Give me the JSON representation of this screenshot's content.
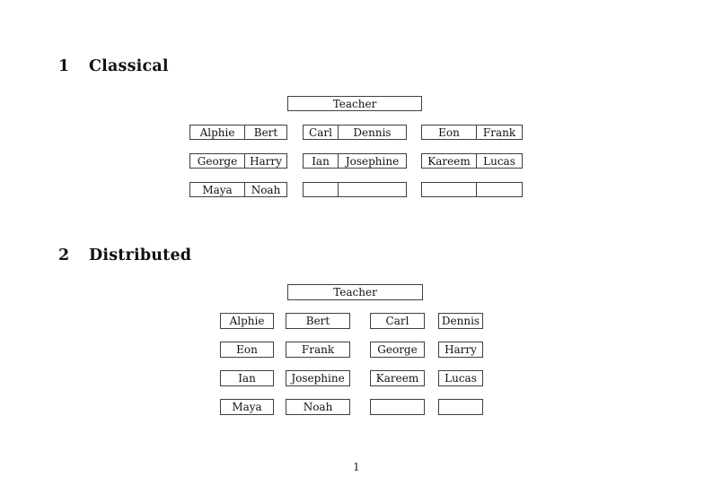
{
  "document": {
    "page_number": "1"
  },
  "classical": {
    "heading_number": "1",
    "heading_title": "Classical",
    "teacher_label": "Teacher",
    "desks": [
      {
        "left": "Alphie",
        "right": "Bert"
      },
      {
        "left": "Carl",
        "right": "Dennis"
      },
      {
        "left": "Eon",
        "right": "Frank"
      },
      {
        "left": "George",
        "right": "Harry"
      },
      {
        "left": "Ian",
        "right": "Josephine"
      },
      {
        "left": "Kareem",
        "right": "Lucas"
      },
      {
        "left": "Maya",
        "right": "Noah"
      },
      {
        "left": "",
        "right": ""
      },
      {
        "left": "",
        "right": ""
      }
    ]
  },
  "distributed": {
    "heading_number": "2",
    "heading_title": "Distributed",
    "teacher_label": "Teacher",
    "seats": [
      "Alphie",
      "Bert",
      "Carl",
      "Dennis",
      "Eon",
      "Frank",
      "George",
      "Harry",
      "Ian",
      "Josephine",
      "Kareem",
      "Lucas",
      "Maya",
      "Noah",
      "",
      ""
    ]
  }
}
